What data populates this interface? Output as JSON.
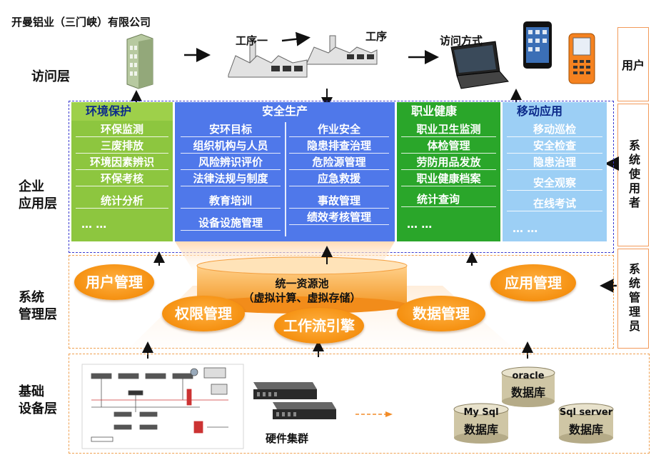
{
  "title": "开曼铝业（三门峡）有限公司",
  "layers": {
    "access": "访问层",
    "enterprise": "企业\n应用层",
    "system": "系统\n管理层",
    "infra": "基础\n设备层"
  },
  "access": {
    "step1": "工序一",
    "step2": "工序",
    "access_method": "访问方式"
  },
  "side": {
    "user": "用户",
    "system_users": "系统使用者",
    "system_admins": "系统管理员"
  },
  "panels": {
    "env": {
      "title": "环境保护",
      "items": [
        "环保监测",
        "三废排放",
        "环境因素辨识",
        "环保考核",
        "统计分析"
      ],
      "ellipsis": "…  …"
    },
    "safety": {
      "title": "安全生产",
      "left": [
        "安环目标",
        "组织机构与人员",
        "风险辨识评价",
        "法律法规与制度",
        "教育培训",
        "设备设施管理"
      ],
      "right": [
        "作业安全",
        "隐患排查治理",
        "危险源管理",
        "应急救援",
        "事故管理",
        "绩效考核管理"
      ]
    },
    "health": {
      "title": "职业健康",
      "items": [
        "职业卫生监测",
        "体检管理",
        "劳防用品发放",
        "职业健康档案",
        "统计查询"
      ],
      "ellipsis": "…  …"
    },
    "mobile": {
      "title": "移动应用",
      "items": [
        "移动巡检",
        "安全检查",
        "隐患治理",
        "安全观察",
        "在线考试"
      ],
      "ellipsis": "…  …"
    }
  },
  "system": {
    "pool_title": "统一资源池",
    "pool_sub": "（虚拟计算、虚拟存储）",
    "user_mgmt": "用户管理",
    "perm_mgmt": "权限管理",
    "workflow": "工作流引擎",
    "data_mgmt": "数据管理",
    "app_mgmt": "应用管理"
  },
  "infra": {
    "hardware": "硬件集群",
    "db1_name": "oracle",
    "db2_name": "My Sql",
    "db3_name": "Sql server",
    "db_label": "数据库"
  },
  "colors": {
    "green": "#8dc63f",
    "blue": "#4f78ea",
    "dark_green": "#2aa62a",
    "light_blue": "#9ccff5",
    "orange": "#f59010",
    "border_orange": "#f39a5a",
    "border_blue": "#3a3ad0"
  },
  "icons": [
    "building-icon",
    "factory-icon",
    "laptop-icon",
    "smartphone-icon",
    "handheld-terminal-icon",
    "server-icon",
    "network-diagram-icon",
    "database-icon",
    "arrow-icon"
  ]
}
